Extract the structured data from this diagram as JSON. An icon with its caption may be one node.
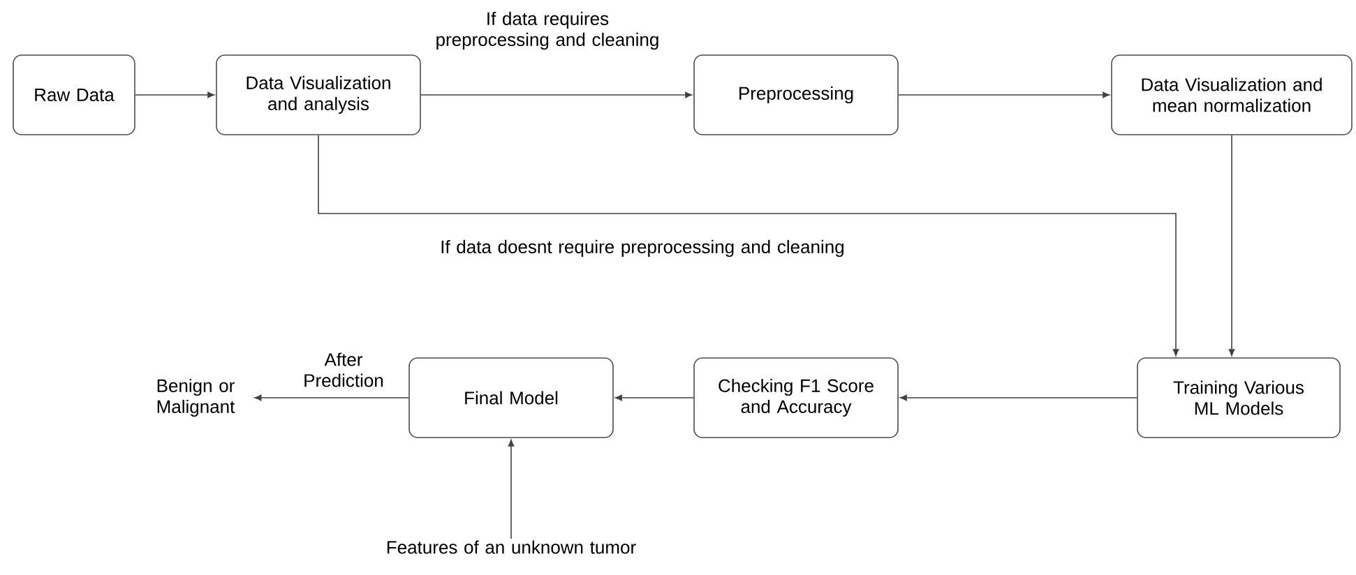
{
  "diagram": {
    "nodes": [
      {
        "text": [
          "Raw Data"
        ]
      },
      {
        "text": [
          "Data Visualization and analysis"
        ]
      },
      {
        "text": [
          "Preprocessing"
        ]
      },
      {
        "text": [
          "Data Visualization and mean normalization"
        ]
      },
      {
        "text": [
          "Training Various ML Models"
        ]
      },
      {
        "text": [
          "Checking F1 Score and Accuracy"
        ]
      },
      {
        "text": [
          "Final Model"
        ]
      },
      {
        "text": [
          "Benign or Malignant"
        ]
      },
      {
        "text": [
          "Features of an unknown tumor"
        ]
      }
    ],
    "edges": [
      {
        "from": 0,
        "to": 1,
        "arrow": "to"
      },
      {
        "from": 1,
        "to": 2,
        "arrow": "to",
        "label": "If data requires preprocessing and cleaning"
      },
      {
        "from": 2,
        "to": 3,
        "arrow": "to"
      },
      {
        "from": 1,
        "to": 4,
        "arrow": "to",
        "label": "If data doesnt require preprocessing and cleaning"
      },
      {
        "from": 3,
        "to": 4,
        "arrow": "to"
      },
      {
        "from": 4,
        "to": 5,
        "arrow": "to"
      },
      {
        "from": 5,
        "to": 6,
        "arrow": "to"
      },
      {
        "from": 6,
        "to": 7,
        "arrow": "to",
        "label": "After Prediction"
      },
      {
        "from": 8,
        "to": 6,
        "arrow": "to"
      }
    ]
  }
}
